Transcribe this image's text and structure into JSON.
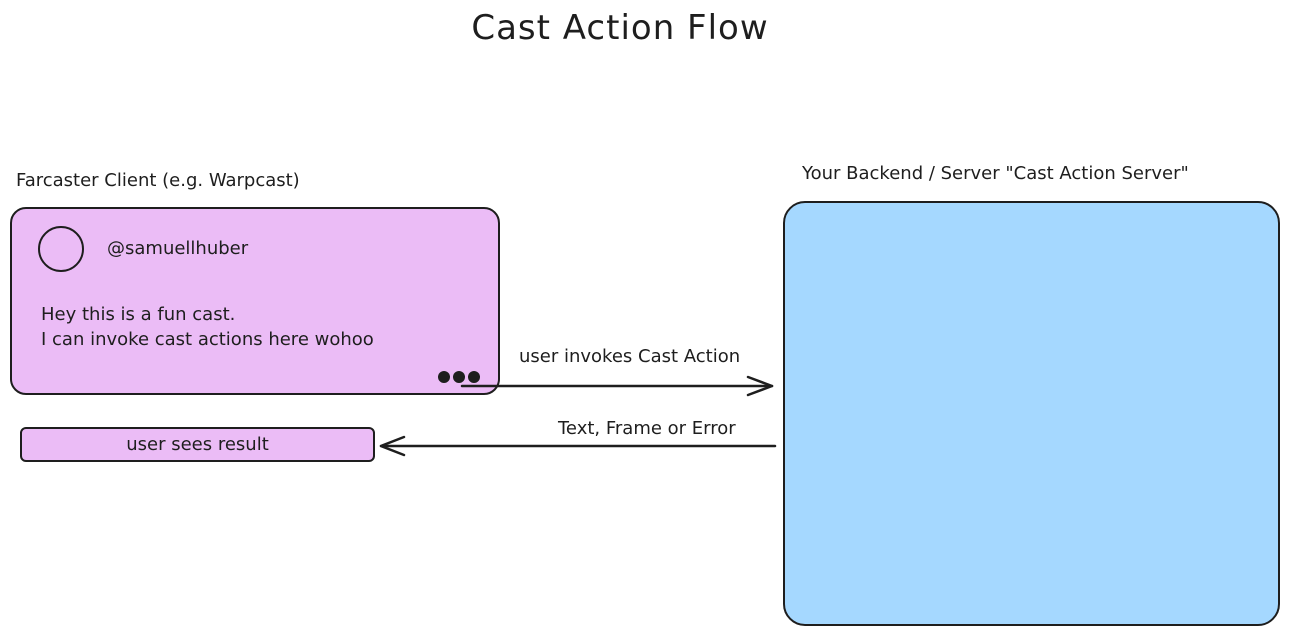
{
  "title": "Cast Action Flow",
  "client": {
    "label": "Farcaster Client (e.g. Warpcast)",
    "username": "@samuellhuber",
    "cast_line1": "Hey this is a fun cast.",
    "cast_line2": "I can invoke cast actions here wohoo",
    "more_icon": "ellipsis-icon",
    "result_label": "user sees result"
  },
  "server": {
    "label": "Your Backend / Server \"Cast Action Server\""
  },
  "edges": {
    "invoke_label": "user invokes Cast Action",
    "return_label": "Text, Frame or Error"
  },
  "colors": {
    "client_fill": "#ebbcf6",
    "server_fill": "#a5d8ff",
    "stroke": "#1e1e1e"
  }
}
